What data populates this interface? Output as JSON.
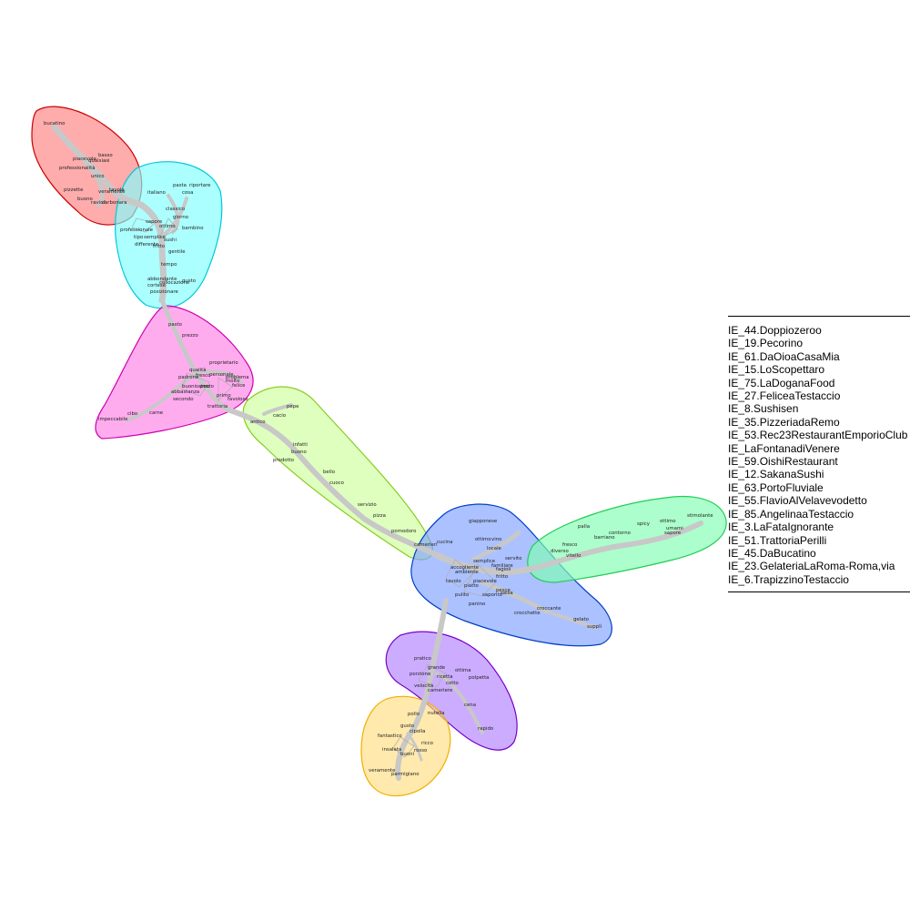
{
  "legend": {
    "items": [
      "IE_44.Doppiozeroo",
      "IE_19.Pecorino",
      "IE_61.DaOioaCasaMia",
      "IE_15.LoScopettaro",
      "IE_75.LaDoganaFood",
      "IE_27.FeliceaTestaccio",
      "IE_8.Sushisen",
      "IE_35.PizzeriadaRemo",
      "IE_53.Rec23RestaurantEmporioClub",
      "IE_LaFontanadiVenere",
      "IE_59.OishiRestaurant",
      "IE_12.SakanaSushi",
      "IE_63.PortoFluviale",
      "IE_55.FlavioAlVelavevodetto",
      "IE_85.AngelinaaTestaccio",
      "IE_3.LaFataIgnorante",
      "IE_51.TrattoriaPerilli",
      "IE_45.DaBucatino",
      "IE_23.GelateriaLaRoma-Roma,via",
      "IE_6.TrapizzinoTestaccio"
    ]
  },
  "clusters": [
    {
      "id": "red",
      "fill": "#ff8080",
      "stroke": "#cc0000"
    },
    {
      "id": "cyan",
      "fill": "#80ffff",
      "stroke": "#00c8d8"
    },
    {
      "id": "magenta",
      "fill": "#ff80e6",
      "stroke": "#d000b0"
    },
    {
      "id": "lime",
      "fill": "#ccff99",
      "stroke": "#88cc22"
    },
    {
      "id": "blue",
      "fill": "#809fff",
      "stroke": "#0040c8"
    },
    {
      "id": "green",
      "fill": "#80ffb0",
      "stroke": "#22cc55"
    },
    {
      "id": "purple",
      "fill": "#b080ff",
      "stroke": "#7a00cc"
    },
    {
      "id": "yellow",
      "fill": "#ffdd80",
      "stroke": "#f0b000"
    }
  ],
  "words": [
    "bucatino",
    "basso",
    "piacevole",
    "qualsiasi",
    "professionalità",
    "unico",
    "pizzette",
    "veramente",
    "tavola",
    "buono",
    "carbonara",
    "ravioli",
    "italiano",
    "cosa",
    "pasta",
    "riportare",
    "classico",
    "giorno",
    "sapore",
    "ottimo",
    "professionale",
    "semplice",
    "fritto",
    "sushi",
    "tipo",
    "bambino",
    "differente",
    "gentile",
    "tempo",
    "abbondante",
    "gusto",
    "cortese",
    "posizionare",
    "collocazione",
    "pasto",
    "prezzo",
    "proprietario",
    "qualità",
    "fresco",
    "personale",
    "padrone",
    "buonissimo",
    "abbastanza",
    "posto",
    "secondo",
    "trattoria",
    "impeccabile",
    "carne",
    "cibo",
    "primo",
    "molto",
    "problema",
    "favoloso",
    "felice",
    "pepe",
    "antico",
    "cacio",
    "infatti",
    "buono",
    "prodotto",
    "bello",
    "cuoco",
    "servizio",
    "pizza",
    "pomodoro",
    "camerieri",
    "giapponese",
    "cucina",
    "ottimo",
    "vino",
    "locale",
    "semplice",
    "ambiente",
    "tavolo",
    "accogliente",
    "familiare",
    "servito",
    "pesce",
    "pulito",
    "piatto",
    "panino",
    "fritto",
    "piacevole",
    "saporito",
    "salsa",
    "crocchette",
    "croccante",
    "gelato",
    "supplì",
    "fagioli",
    "palla",
    "fresco",
    "barriano",
    "contorno",
    "spicy",
    "ottimo",
    "sapore",
    "diverso",
    "vitello",
    "umami",
    "stimolante",
    "pratico",
    "grande",
    "porzione",
    "ricetta",
    "ottima",
    "velocità",
    "cameriere",
    "cotto",
    "nutella",
    "cena",
    "rapido",
    "polpetta",
    "pollo",
    "gusto",
    "cipolla",
    "fantastico",
    "insalata",
    "ricco",
    "veramente",
    "parmigiano",
    "rosso",
    "buoni"
  ]
}
